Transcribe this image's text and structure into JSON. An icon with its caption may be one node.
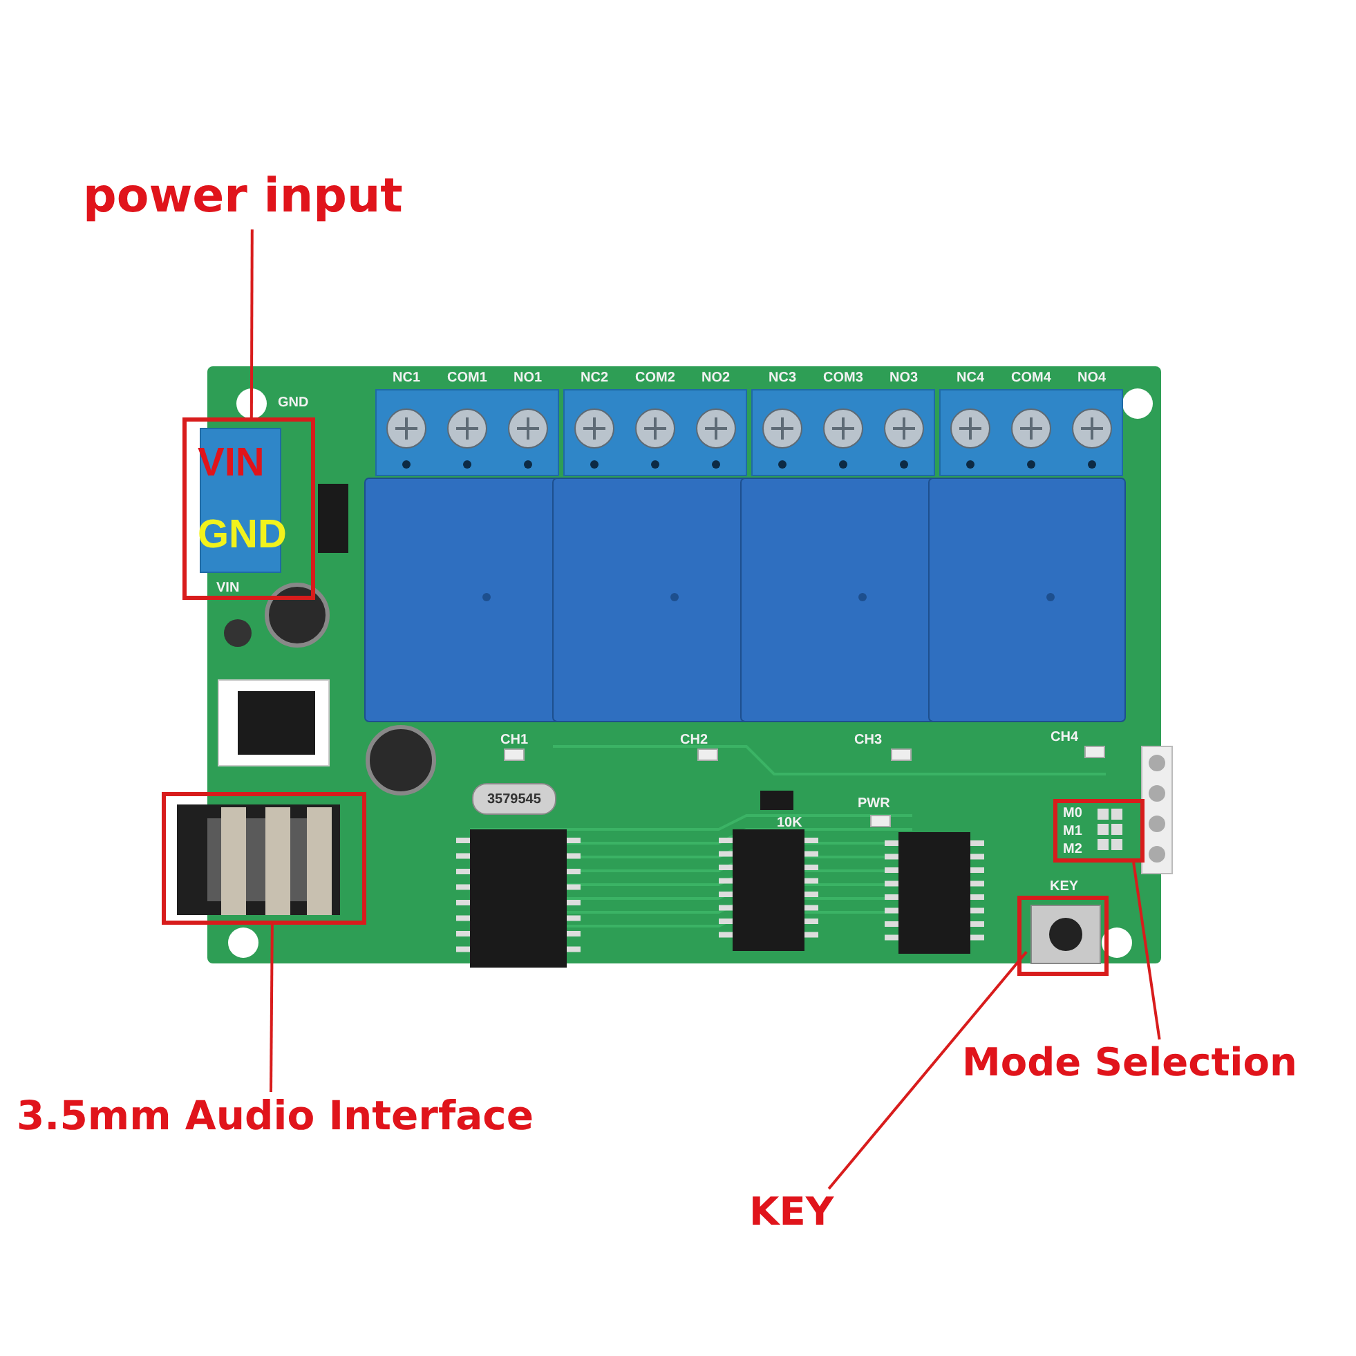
{
  "diagram": {
    "nodes": [
      {
        "text": [
          "power input"
        ]
      },
      {
        "text": [
          "VIN",
          "GND"
        ]
      },
      {
        "text": [],
        "shape": "box"
      },
      {
        "text": [
          "3.5mm Audio Interface"
        ]
      },
      {
        "text": [
          "M0",
          "M1",
          "M2"
        ]
      },
      {
        "text": [],
        "shape": "box"
      },
      {
        "text": [
          "Mode Selection"
        ]
      },
      {
        "text": [
          "KEY"
        ]
      }
    ],
    "edges": [
      {
        "from": 0,
        "to": 1,
        "arrow": "none"
      },
      {
        "from": 3,
        "to": 2,
        "arrow": "none"
      },
      {
        "from": 6,
        "to": 4,
        "arrow": "none"
      },
      {
        "from": 7,
        "to": 5,
        "arrow": "none"
      }
    ],
    "labels": [
      "NC1",
      "COM1",
      "NO1",
      "NC2",
      "COM2",
      "NO2",
      "NC3",
      "COM3",
      "NO3",
      "NC4",
      "COM4",
      "NO4",
      "GND",
      "VIN",
      "CH1",
      "CH2",
      "CH3",
      "CH4",
      "3579545",
      "PWR",
      "10K",
      "KEY"
    ]
  }
}
